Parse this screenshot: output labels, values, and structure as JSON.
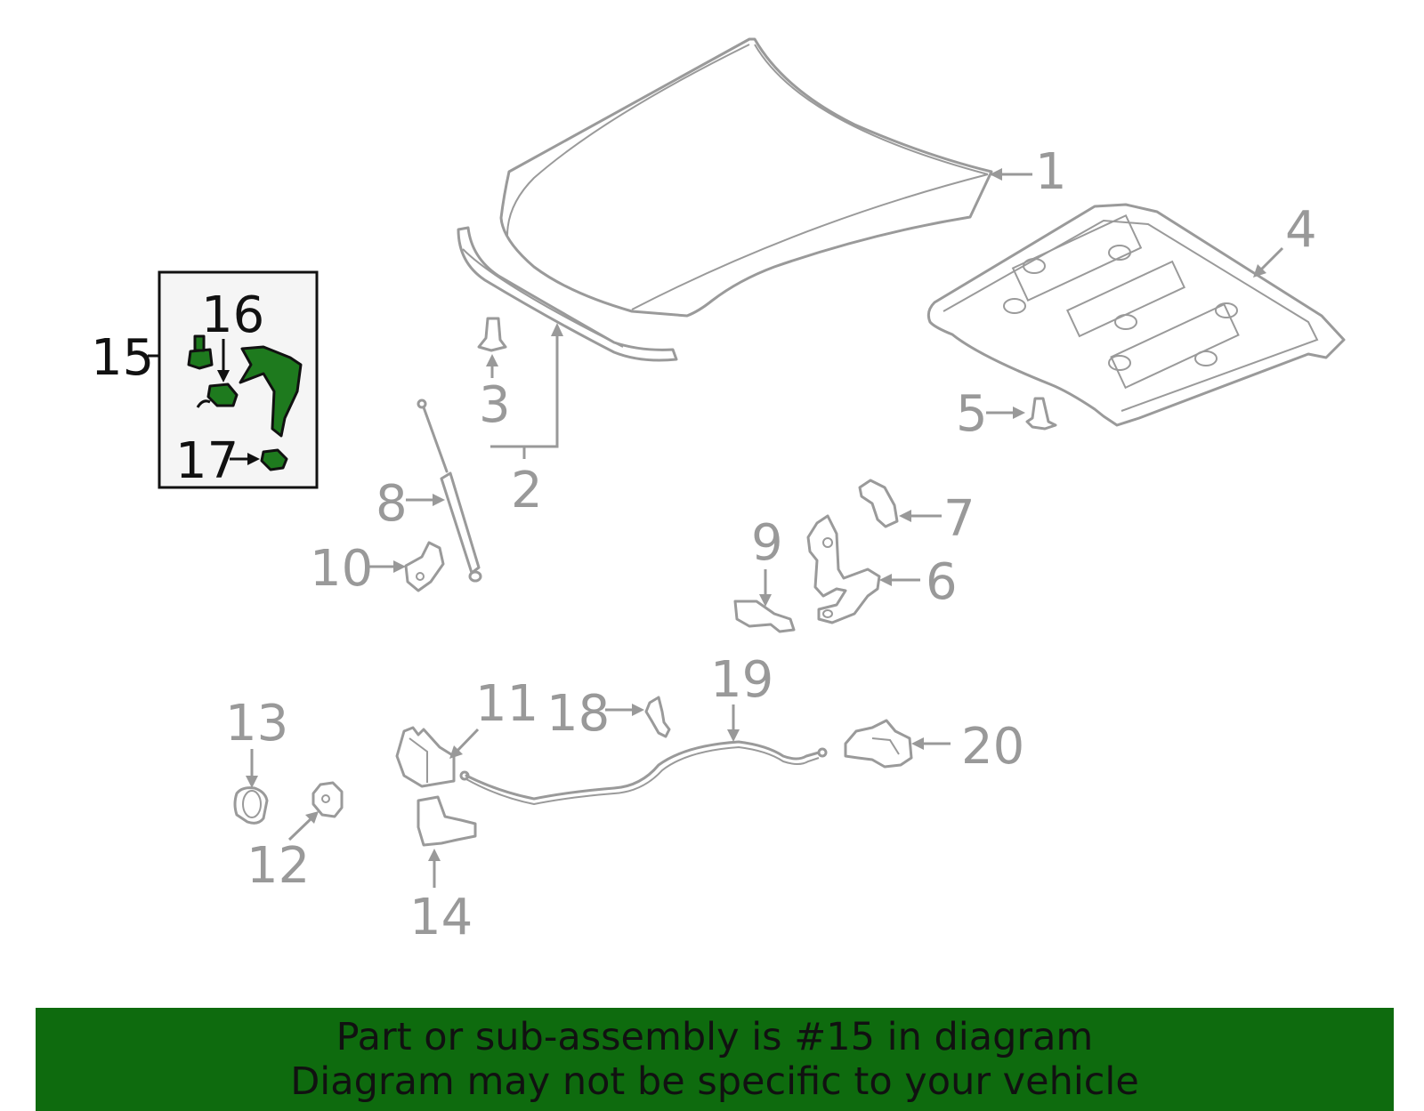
{
  "callouts": {
    "c1": "1",
    "c2": "2",
    "c3": "3",
    "c4": "4",
    "c5": "5",
    "c6": "6",
    "c7": "7",
    "c8": "8",
    "c9": "9",
    "c10": "10",
    "c11": "11",
    "c12": "12",
    "c13": "13",
    "c14": "14",
    "c15": "15",
    "c16": "16",
    "c17": "17",
    "c18": "18",
    "c19": "19",
    "c20": "20"
  },
  "highlight_part": "15",
  "colors": {
    "highlight": "#1e7a1e",
    "banner": "#0e6b0e",
    "parts": "#9a9a9a",
    "callout_text": "#999999",
    "active_text": "#111111"
  },
  "banner": {
    "line1": "Part or sub-assembly is #15 in diagram",
    "line2": "Diagram may not be specific to your vehicle"
  }
}
